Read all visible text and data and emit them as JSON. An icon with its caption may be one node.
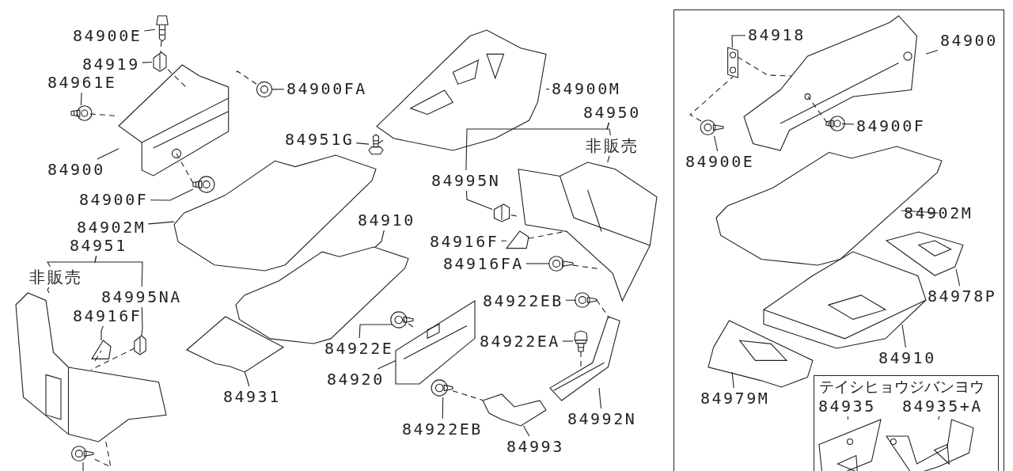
{
  "diagram": {
    "nodes": [
      {
        "text": [
          "84900E"
        ]
      },
      {
        "text": [],
        "shape": "picture"
      },
      {
        "text": [
          "84919"
        ]
      },
      {
        "text": [],
        "shape": "picture"
      },
      {
        "text": [
          "84961E"
        ]
      },
      {
        "text": [],
        "shape": "picture"
      },
      {
        "text": [
          "84900FA"
        ]
      },
      {
        "text": [],
        "shape": "picture"
      },
      {
        "text": [
          "84900"
        ]
      },
      {
        "text": [],
        "shape": "picture"
      },
      {
        "text": [
          "84900F"
        ]
      },
      {
        "text": [],
        "shape": "picture"
      },
      {
        "text": [
          "84902M"
        ]
      },
      {
        "text": [],
        "shape": "picture"
      },
      {
        "text": [
          "84951"
        ]
      },
      {
        "text": [
          "非販売"
        ]
      },
      {
        "text": [
          "84995NA"
        ]
      },
      {
        "text": [
          "84916F"
        ]
      },
      {
        "text": [],
        "shape": "picture"
      },
      {
        "text": [],
        "shape": "picture"
      },
      {
        "text": [],
        "shape": "picture"
      },
      {
        "text": [],
        "shape": "picture"
      },
      {
        "text": [
          "84900M"
        ]
      },
      {
        "text": [],
        "shape": "picture"
      },
      {
        "text": [
          "84951G"
        ]
      },
      {
        "text": [],
        "shape": "picture"
      },
      {
        "text": [
          "84910"
        ]
      },
      {
        "text": [],
        "shape": "picture"
      },
      {
        "text": [
          "84931"
        ]
      },
      {
        "text": [],
        "shape": "picture"
      },
      {
        "text": [
          "84950"
        ]
      },
      {
        "text": [
          "非販売"
        ]
      },
      {
        "text": [
          "84995N"
        ]
      },
      {
        "text": [],
        "shape": "picture"
      },
      {
        "text": [
          "84916F"
        ]
      },
      {
        "text": [],
        "shape": "picture"
      },
      {
        "text": [
          "84916FA"
        ]
      },
      {
        "text": [],
        "shape": "picture"
      },
      {
        "text": [],
        "shape": "picture"
      },
      {
        "text": [
          "84922EB"
        ]
      },
      {
        "text": [],
        "shape": "picture"
      },
      {
        "text": [
          "84922E"
        ]
      },
      {
        "text": [],
        "shape": "picture"
      },
      {
        "text": [
          "84922EA"
        ]
      },
      {
        "text": [],
        "shape": "picture"
      },
      {
        "text": [],
        "shape": "picture"
      },
      {
        "text": [
          "84920"
        ]
      },
      {
        "text": [],
        "shape": "picture"
      },
      {
        "text": [
          "84992N"
        ]
      },
      {
        "text": [],
        "shape": "picture"
      },
      {
        "text": [
          "84922EB"
        ]
      },
      {
        "text": [],
        "shape": "picture"
      },
      {
        "text": [
          "84993"
        ]
      },
      {
        "text": [],
        "shape": "box"
      },
      {
        "text": [
          "84918"
        ],
        "in": 53
      },
      {
        "text": [],
        "shape": "picture",
        "in": 53
      },
      {
        "text": [
          "84900"
        ],
        "in": 53
      },
      {
        "text": [],
        "shape": "picture",
        "in": 53
      },
      {
        "text": [],
        "shape": "picture",
        "in": 53
      },
      {
        "text": [
          "84900E"
        ],
        "in": 53
      },
      {
        "text": [],
        "shape": "picture",
        "in": 53
      },
      {
        "text": [
          "84900F"
        ],
        "in": 53
      },
      {
        "text": [],
        "shape": "picture",
        "in": 53
      },
      {
        "text": [
          "84902M"
        ],
        "in": 53
      },
      {
        "text": [],
        "shape": "picture",
        "in": 53
      },
      {
        "text": [
          "84978P"
        ],
        "in": 53
      },
      {
        "text": [],
        "shape": "picture",
        "in": 53
      },
      {
        "text": [
          "84910"
        ],
        "in": 53
      },
      {
        "text": [],
        "shape": "picture",
        "in": 53
      },
      {
        "text": [
          "84979M"
        ],
        "in": 53
      },
      {
        "text": [
          "テイシヒョウジバンヨウ"
        ],
        "in": 53
      },
      {
        "text": [
          "84935"
        ],
        "in": 70
      },
      {
        "text": [],
        "shape": "picture",
        "in": 70
      },
      {
        "text": [
          "84935+A"
        ],
        "in": 70
      },
      {
        "text": [],
        "shape": "picture",
        "in": 70
      }
    ],
    "edges": [
      {
        "from": 0,
        "to": 1,
        "arrow": "none"
      },
      {
        "from": 2,
        "to": 3,
        "arrow": "none"
      },
      {
        "from": 4,
        "to": 5,
        "arrow": "none"
      },
      {
        "from": 6,
        "to": 7,
        "arrow": "none"
      },
      {
        "from": 8,
        "to": 9,
        "arrow": "none"
      },
      {
        "from": 10,
        "to": 11,
        "arrow": "none"
      },
      {
        "from": 12,
        "to": 13,
        "arrow": "none"
      },
      {
        "from": 14,
        "to": 15,
        "arrow": "none"
      },
      {
        "from": 14,
        "to": 16,
        "arrow": "none"
      },
      {
        "from": 15,
        "to": 20,
        "arrow": "none"
      },
      {
        "from": 16,
        "to": 19,
        "arrow": "none"
      },
      {
        "from": 17,
        "to": 18,
        "arrow": "none"
      },
      {
        "from": 22,
        "to": 23,
        "arrow": "none"
      },
      {
        "from": 24,
        "to": 25,
        "arrow": "none"
      },
      {
        "from": 26,
        "to": 27,
        "arrow": "none"
      },
      {
        "from": 28,
        "to": 29,
        "arrow": "none"
      },
      {
        "from": 30,
        "to": 31,
        "arrow": "none"
      },
      {
        "from": 30,
        "to": 32,
        "arrow": "none"
      },
      {
        "from": 31,
        "to": 38,
        "arrow": "none"
      },
      {
        "from": 32,
        "to": 33,
        "arrow": "none"
      },
      {
        "from": 34,
        "to": 35,
        "arrow": "none"
      },
      {
        "from": 36,
        "to": 37,
        "arrow": "none"
      },
      {
        "from": 39,
        "to": 40,
        "arrow": "none"
      },
      {
        "from": 41,
        "to": 42,
        "arrow": "none"
      },
      {
        "from": 43,
        "to": 44,
        "arrow": "none"
      },
      {
        "from": 46,
        "to": 45,
        "arrow": "none"
      },
      {
        "from": 48,
        "to": 47,
        "arrow": "none"
      },
      {
        "from": 50,
        "to": 49,
        "arrow": "none"
      },
      {
        "from": 52,
        "to": 51,
        "arrow": "none"
      },
      {
        "from": 54,
        "to": 55,
        "arrow": "none"
      },
      {
        "from": 56,
        "to": 57,
        "arrow": "none"
      },
      {
        "from": 59,
        "to": 58,
        "arrow": "none"
      },
      {
        "from": 61,
        "to": 60,
        "arrow": "none"
      },
      {
        "from": 63,
        "to": 62,
        "arrow": "none"
      },
      {
        "from": 65,
        "to": 64,
        "arrow": "none"
      },
      {
        "from": 67,
        "to": 66,
        "arrow": "none"
      },
      {
        "from": 69,
        "to": 68,
        "arrow": "none"
      },
      {
        "from": 71,
        "to": 72,
        "arrow": "none"
      },
      {
        "from": 73,
        "to": 74,
        "arrow": "none"
      },
      {
        "from": 21,
        "to": null,
        "arrow": "none"
      },
      {
        "from": 1,
        "to": 3,
        "arrow": "none",
        "style": "dashed"
      },
      {
        "from": 3,
        "to": 9,
        "arrow": "none",
        "style": "dashed"
      },
      {
        "from": 5,
        "to": 9,
        "arrow": "none",
        "style": "dashed"
      },
      {
        "from": 7,
        "to": 9,
        "arrow": "none",
        "style": "dashed"
      },
      {
        "from": 9,
        "to": 11,
        "arrow": "none",
        "style": "dashed"
      },
      {
        "from": 18,
        "to": 20,
        "arrow": "none",
        "style": "dashed"
      },
      {
        "from": 19,
        "to": 20,
        "arrow": "none",
        "style": "dashed"
      },
      {
        "from": 20,
        "to": 21,
        "arrow": "none",
        "style": "dashed"
      },
      {
        "from": 25,
        "to": 23,
        "arrow": "none",
        "style": "dashed"
      },
      {
        "from": 33,
        "to": 38,
        "arrow": "none",
        "style": "dashed"
      },
      {
        "from": 35,
        "to": 38,
        "arrow": "none",
        "style": "dashed"
      },
      {
        "from": 37,
        "to": 38,
        "arrow": "none",
        "style": "dashed"
      },
      {
        "from": 40,
        "to": 47,
        "arrow": "none",
        "style": "dashed"
      },
      {
        "from": 44,
        "to": 47,
        "arrow": "none",
        "style": "dashed"
      },
      {
        "from": 42,
        "to": 45,
        "arrow": "none",
        "style": "dashed"
      },
      {
        "from": 49,
        "to": 51,
        "arrow": "none",
        "style": "dashed"
      },
      {
        "from": 55,
        "to": 57,
        "arrow": "none",
        "style": "dashed"
      },
      {
        "from": 58,
        "to": 55,
        "arrow": "none",
        "style": "dashed"
      },
      {
        "from": 60,
        "to": 57,
        "arrow": "none",
        "style": "dashed"
      }
    ]
  }
}
